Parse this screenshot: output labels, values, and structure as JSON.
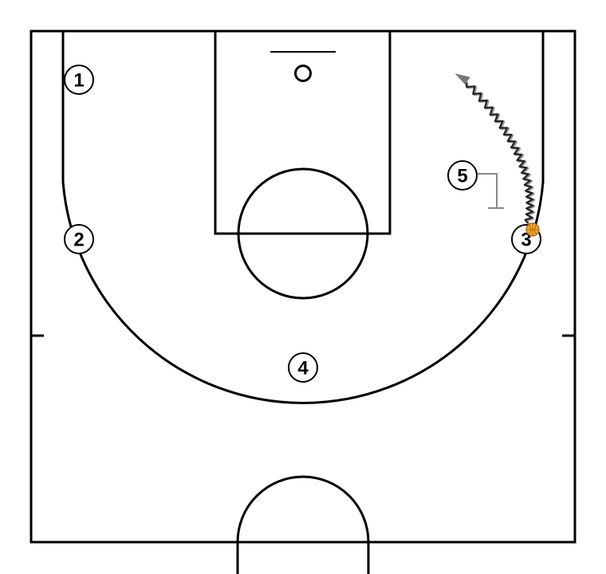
{
  "diagram": {
    "players": [
      {
        "id": "1",
        "label": "1"
      },
      {
        "id": "2",
        "label": "2"
      },
      {
        "id": "3",
        "label": "3"
      },
      {
        "id": "4",
        "label": "4"
      },
      {
        "id": "5",
        "label": "5"
      }
    ],
    "ball_holder": "3",
    "actions": [
      {
        "type": "dribble",
        "player": "3",
        "direction": "baseline"
      },
      {
        "type": "screen",
        "player": "5"
      }
    ],
    "colors": {
      "court_lines": "#000000",
      "ball": "#f5a623",
      "ball_outline": "#a0601a",
      "screen": "#888888",
      "dribble_dark": "#222222",
      "dribble_light": "#999999",
      "arrow": "#777777"
    }
  }
}
